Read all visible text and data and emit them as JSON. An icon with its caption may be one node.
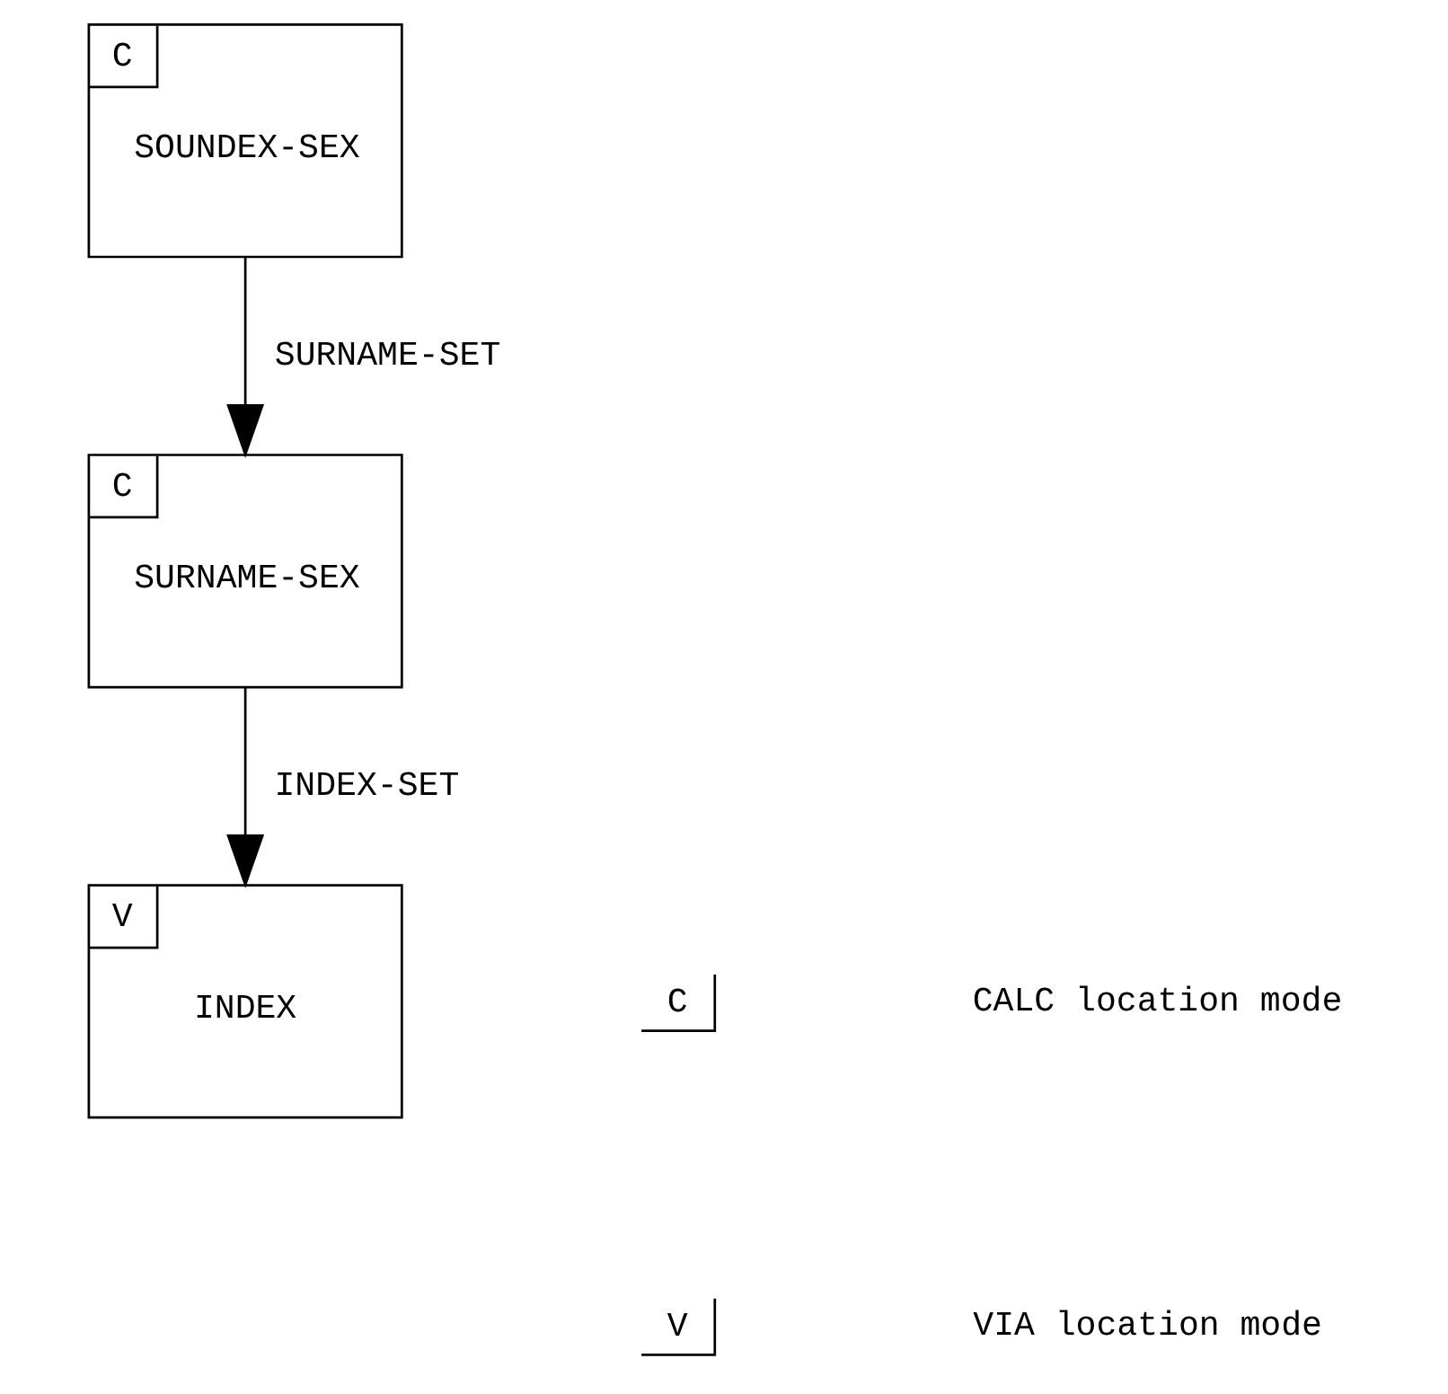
{
  "diagram": {
    "nodes": [
      {
        "text": [
          "C",
          "SOUNDEX-SEX"
        ]
      },
      {
        "text": [
          "C",
          "SURNAME-SEX"
        ]
      },
      {
        "text": [
          "V",
          "INDEX"
        ]
      }
    ],
    "edges": [
      {
        "from": 0,
        "to": 1,
        "arrow": "to",
        "label": "SURNAME-SET"
      },
      {
        "from": 1,
        "to": 2,
        "arrow": "to",
        "label": "INDEX-SET"
      }
    ],
    "labels": [
      "C",
      "V"
    ],
    "legend": [
      {
        "text": "CALC location mode"
      },
      {
        "text": "VIA location mode"
      }
    ]
  }
}
